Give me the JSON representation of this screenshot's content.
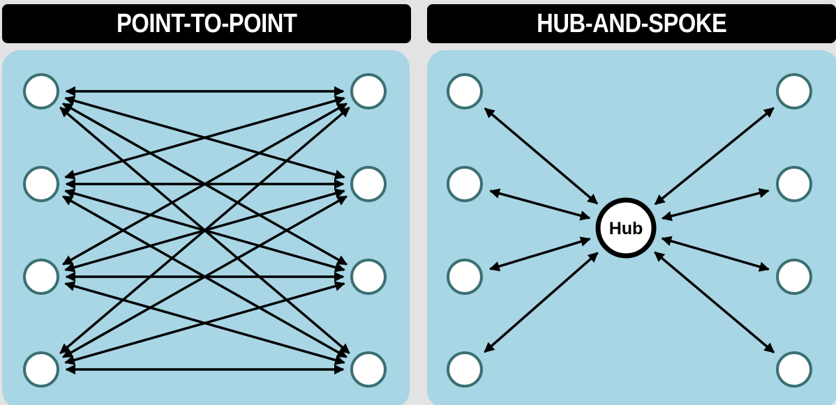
{
  "left_panel": {
    "title": "POINT-TO-POINT",
    "node_count_per_column": 4
  },
  "right_panel": {
    "title": "HUB-AND-SPOKE",
    "hub_label": "Hub",
    "node_count_per_side": 4
  },
  "colors": {
    "background": "#e3e3e3",
    "header": "#000000",
    "header_text": "#ffffff",
    "panel": "#a8d6e5",
    "node_fill": "#ffffff",
    "node_stroke": "#3b7072",
    "arrow": "#000000"
  },
  "icons": {
    "arrow": "bidirectional-arrow-icon",
    "node": "endpoint-node-icon",
    "hub": "hub-node-icon"
  }
}
